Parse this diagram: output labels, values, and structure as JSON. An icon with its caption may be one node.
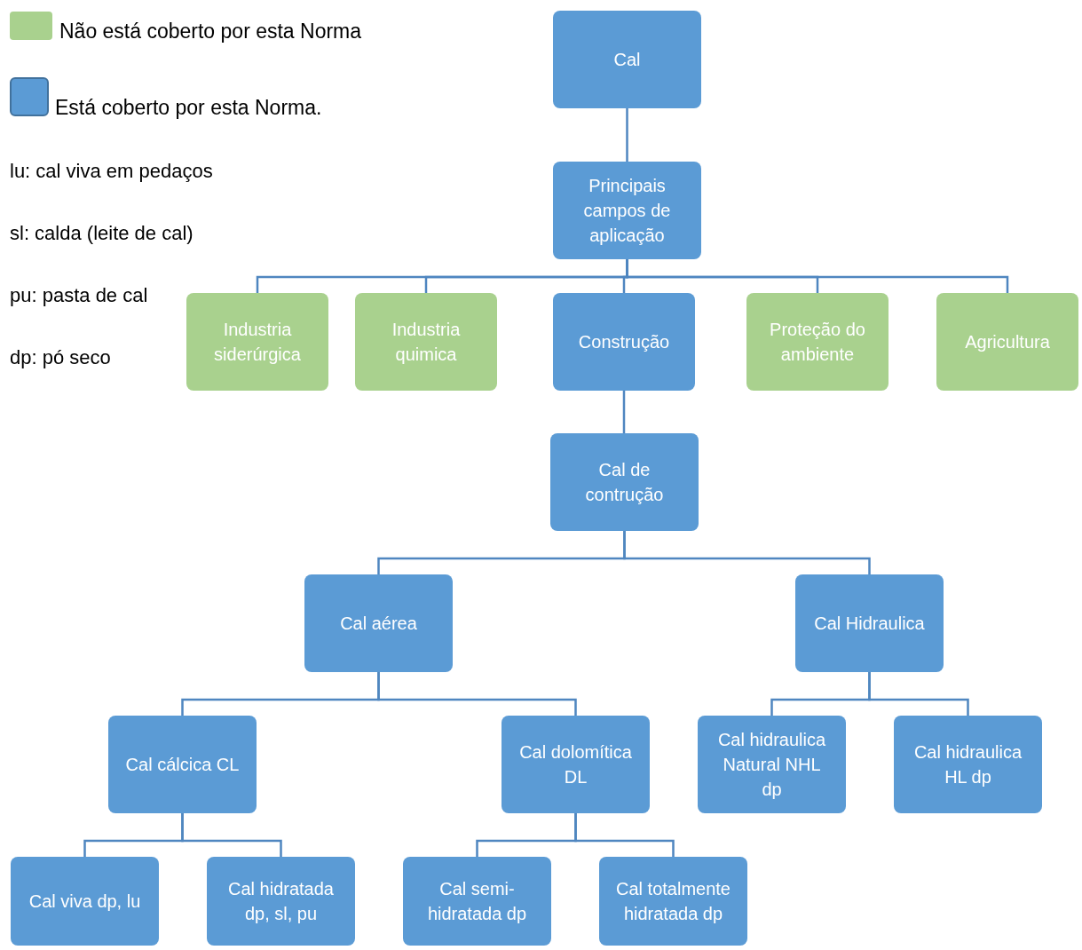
{
  "diagram": {
    "nodes": [
      {
        "text": [
          "Cal"
        ]
      },
      {
        "text": [
          "Principais campos de aplicação"
        ]
      },
      {
        "text": [
          "Industria siderúrgica"
        ]
      },
      {
        "text": [
          "Industria quimica"
        ]
      },
      {
        "text": [
          "Construção"
        ]
      },
      {
        "text": [
          "Proteção do ambiente"
        ]
      },
      {
        "text": [
          "Agricultura"
        ]
      },
      {
        "text": [
          "Cal de contrução"
        ]
      },
      {
        "text": [
          "Cal aérea"
        ]
      },
      {
        "text": [
          "Cal Hidraulica"
        ]
      },
      {
        "text": [
          "Cal cálcica CL"
        ]
      },
      {
        "text": [
          "Cal dolomítica DL"
        ]
      },
      {
        "text": [
          "Cal hidraulica Natural NHL dp"
        ]
      },
      {
        "text": [
          "Cal hidraulica HL dp"
        ]
      },
      {
        "text": [
          "Cal viva dp, lu"
        ]
      },
      {
        "text": [
          "Cal hidratada dp, sl, pu"
        ]
      },
      {
        "text": [
          "Cal semi-hidratada dp"
        ]
      },
      {
        "text": [
          "Cal totalmente hidratada dp"
        ]
      }
    ],
    "edges": [
      {
        "from": 0,
        "to": 1,
        "arrow": "none"
      },
      {
        "from": 1,
        "to": 2,
        "arrow": "none"
      },
      {
        "from": 1,
        "to": 3,
        "arrow": "none"
      },
      {
        "from": 1,
        "to": 4,
        "arrow": "none"
      },
      {
        "from": 1,
        "to": 5,
        "arrow": "none"
      },
      {
        "from": 1,
        "to": 6,
        "arrow": "none"
      },
      {
        "from": 4,
        "to": 7,
        "arrow": "none"
      },
      {
        "from": 7,
        "to": 8,
        "arrow": "none"
      },
      {
        "from": 7,
        "to": 9,
        "arrow": "none"
      },
      {
        "from": 8,
        "to": 10,
        "arrow": "none"
      },
      {
        "from": 8,
        "to": 11,
        "arrow": "none"
      },
      {
        "from": 9,
        "to": 12,
        "arrow": "none"
      },
      {
        "from": 9,
        "to": 13,
        "arrow": "none"
      },
      {
        "from": 10,
        "to": 14,
        "arrow": "none"
      },
      {
        "from": 10,
        "to": 15,
        "arrow": "none"
      },
      {
        "from": 11,
        "to": 16,
        "arrow": "none"
      },
      {
        "from": 11,
        "to": 17,
        "arrow": "none"
      }
    ],
    "labels": [
      "lu: cal viva em pedaços",
      "sl: calda (leite de cal)",
      "pu: pasta de cal",
      "dp: pó seco"
    ],
    "legend": [
      {
        "text": "Não está coberto por esta Norma",
        "color": "#a9d18e"
      },
      {
        "text": "Está coberto por esta Norma.",
        "color": "#5b9bd5"
      }
    ]
  }
}
